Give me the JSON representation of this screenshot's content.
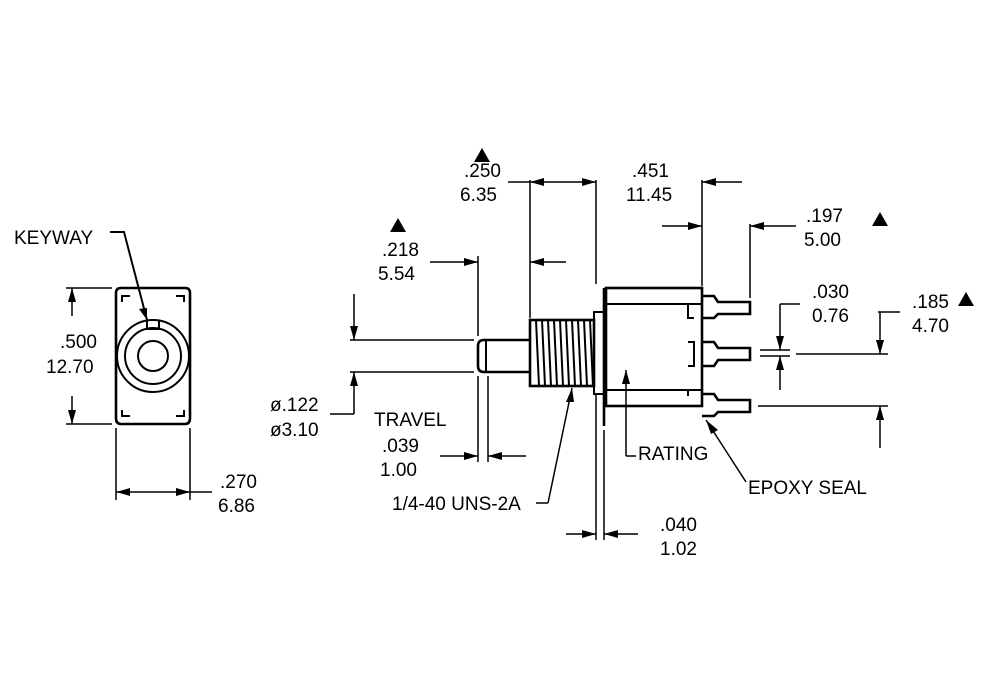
{
  "labels": {
    "keyway": "KEYWAY",
    "height_in": ".500",
    "height_mm": "12.70",
    "width_in": ".270",
    "width_mm": "6.86",
    "bushing_in": ".250",
    "bushing_mm": "6.35",
    "body_in": ".451",
    "body_mm": "11.45",
    "terminal_in": ".197",
    "terminal_mm": "5.00",
    "actuator_len_in": ".218",
    "actuator_len_mm": "5.54",
    "terminal_thk_in": ".030",
    "terminal_thk_mm": "0.76",
    "terminal_pitch_in": ".185",
    "terminal_pitch_mm": "4.70",
    "diameter_in": "ø.122",
    "diameter_mm": "ø3.10",
    "travel_title": "TRAVEL",
    "travel_in": ".039",
    "travel_mm": "1.00",
    "rating": "RATING",
    "epoxy_seal": "EPOXY SEAL",
    "thread": "1/4-40 UNS-2A",
    "flange_in": ".040",
    "flange_mm": "1.02"
  }
}
